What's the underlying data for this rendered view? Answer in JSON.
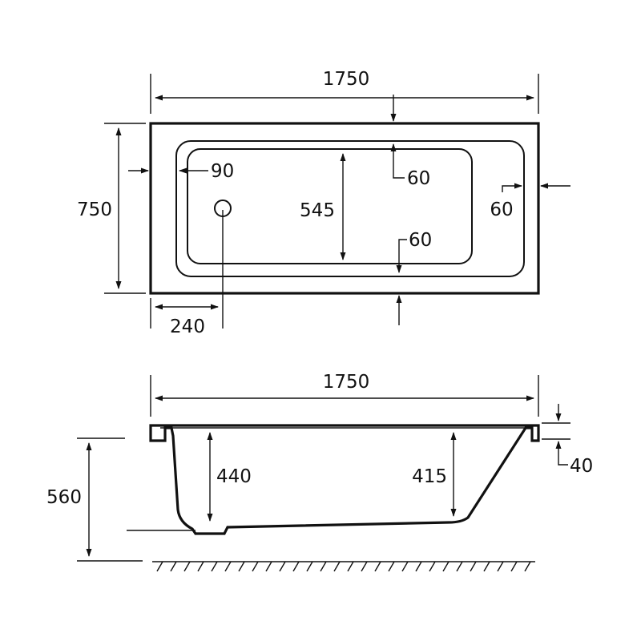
{
  "plan_view": {
    "overall_length": "1750",
    "overall_width": "750",
    "rim_left": "90",
    "inner_basin_width": "545",
    "rim_top": "60",
    "rim_bottom": "60",
    "rim_right": "60",
    "waste_offset": "240"
  },
  "side_view": {
    "overall_length": "1750",
    "overall_height": "560",
    "depth_waste_end": "440",
    "depth_foot_end": "415",
    "rim_thickness": "40"
  },
  "colors": {
    "ink": "#111111",
    "background": "#ffffff"
  }
}
